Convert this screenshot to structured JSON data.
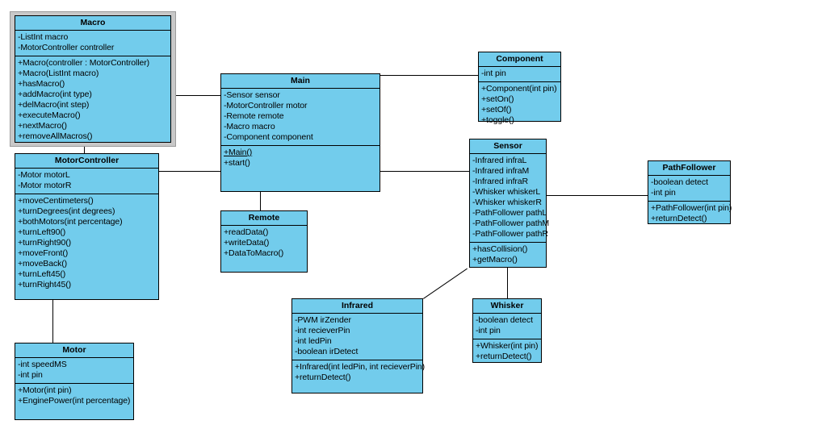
{
  "diagram": {
    "type": "uml-class-diagram",
    "background": "#ffffff",
    "class_fill": "#72ccec",
    "class_border": "#000000",
    "selection_color": "#c8c8c8",
    "classes": [
      {
        "id": "macro",
        "name": "Macro",
        "selected": true,
        "attributes": [
          "-ListInt macro",
          "-MotorController controller"
        ],
        "operations": [
          "+Macro(controller : MotorController)",
          "+Macro(ListInt macro)",
          "+hasMacro()",
          "+addMacro(int type)",
          "+delMacro(int step)",
          "+executeMacro()",
          "+nextMacro()",
          "+removeAllMacros()"
        ]
      },
      {
        "id": "motorcontroller",
        "name": "MotorController",
        "selected": false,
        "attributes": [
          "-Motor motorL",
          "-Motor motorR"
        ],
        "operations": [
          "+moveCentimeters()",
          "+turnDegrees(int degrees)",
          "+bothMotors(int percentage)",
          "+turnLeft90()",
          "+turnRight90()",
          "+moveFront()",
          "+moveBack()",
          "+turnLeft45()",
          "+turnRight45()"
        ]
      },
      {
        "id": "motor",
        "name": "Motor",
        "selected": false,
        "attributes": [
          "-int speedMS",
          "-int pin"
        ],
        "operations": [
          "+Motor(int pin)",
          "+EnginePower(int percentage)"
        ]
      },
      {
        "id": "main",
        "name": "Main",
        "selected": false,
        "attributes": [
          "-Sensor sensor",
          "-MotorController motor",
          "-Remote remote",
          "-Macro macro",
          "-Component component"
        ],
        "operations": [
          "+Main()",
          "+start()"
        ],
        "static_operations": [
          "+Main()"
        ]
      },
      {
        "id": "remote",
        "name": "Remote",
        "selected": false,
        "attributes": [],
        "operations": [
          "+readData()",
          "+writeData()",
          "+DataToMacro()"
        ]
      },
      {
        "id": "component",
        "name": "Component",
        "selected": false,
        "attributes": [
          "-int pin"
        ],
        "operations": [
          "+Component(int pin)",
          "+setOn()",
          "+setOf()",
          "+toggle()"
        ]
      },
      {
        "id": "sensor",
        "name": "Sensor",
        "selected": false,
        "attributes": [
          "-Infrared infraL",
          "-Infrared infraM",
          "-Infrared infraR",
          "-Whisker whiskerL",
          "-Whisker whiskerR",
          "-PathFollower pathL",
          "-PathFollower pathM",
          "-PathFollower pathR"
        ],
        "operations": [
          "+hasCollision()",
          "+getMacro()"
        ]
      },
      {
        "id": "pathfollower",
        "name": "PathFollower",
        "selected": false,
        "attributes": [
          "-boolean detect",
          "-int pin"
        ],
        "operations": [
          "+PathFollower(int pin)",
          "+returnDetect()"
        ]
      },
      {
        "id": "infrared",
        "name": "Infrared",
        "selected": false,
        "attributes": [
          "-PWM irZender",
          "-int recieverPin",
          "-int ledPin",
          "-boolean irDetect"
        ],
        "operations": [
          "+Infrared(int ledPin, int recieverPin)",
          "+returnDetect()"
        ]
      },
      {
        "id": "whisker",
        "name": "Whisker",
        "selected": false,
        "attributes": [
          "-boolean detect",
          "-int pin"
        ],
        "operations": [
          "+Whisker(int pin)",
          "+returnDetect()"
        ]
      }
    ],
    "associations": [
      {
        "from": "macro",
        "to": "main"
      },
      {
        "from": "macro",
        "to": "motorcontroller"
      },
      {
        "from": "motorcontroller",
        "to": "main"
      },
      {
        "from": "motorcontroller",
        "to": "motor"
      },
      {
        "from": "main",
        "to": "remote"
      },
      {
        "from": "main",
        "to": "component"
      },
      {
        "from": "main",
        "to": "sensor"
      },
      {
        "from": "sensor",
        "to": "pathfollower"
      },
      {
        "from": "sensor",
        "to": "infrared"
      },
      {
        "from": "sensor",
        "to": "whisker"
      }
    ]
  }
}
